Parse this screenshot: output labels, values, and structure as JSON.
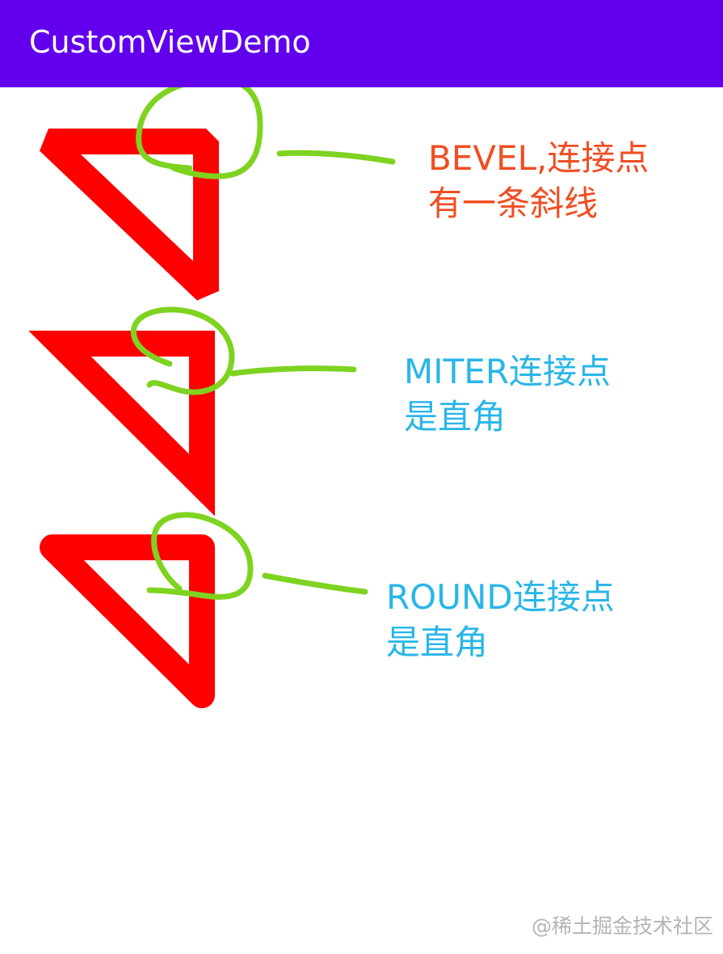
{
  "app_bar": {
    "title": "CustomViewDemo",
    "background_color": "#6200ee",
    "title_color": "#ffffff"
  },
  "colors": {
    "stroke_shape": "#ff0000",
    "annotation_marker": "#7ed321",
    "bevel_text": "#f04e23",
    "miter_text": "#29b6e8",
    "round_text": "#29b6e8"
  },
  "annotations": {
    "bevel": {
      "line1": "BEVEL,连接点",
      "line2": "有一条斜线"
    },
    "miter": {
      "line1": "MITER连接点",
      "line2": "是直角"
    },
    "round": {
      "line1": "ROUND连接点",
      "line2": "是直角"
    }
  },
  "shapes": [
    {
      "name": "bevel-triangle",
      "stroke_join": "bevel"
    },
    {
      "name": "miter-triangle",
      "stroke_join": "miter"
    },
    {
      "name": "round-triangle",
      "stroke_join": "round"
    }
  ],
  "watermark": "@稀土掘金技术社区"
}
